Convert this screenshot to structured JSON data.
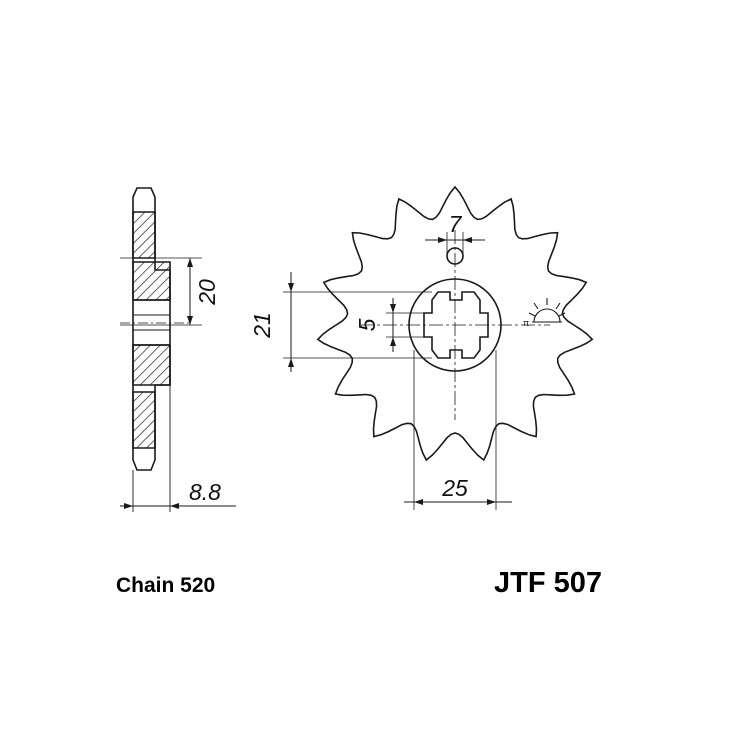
{
  "side_view": {
    "hub_width_label": "20",
    "thickness_label": "8.8"
  },
  "front_view": {
    "hole_label": "7",
    "bore_label": "21",
    "key_label": "5",
    "spline_label": "25",
    "sprocket_symbol_icon": "sprocket-sun-icon"
  },
  "captions": {
    "chain": "Chain 520",
    "part_number": "JTF 507"
  },
  "colors": {
    "line": "#1a1a1a"
  }
}
